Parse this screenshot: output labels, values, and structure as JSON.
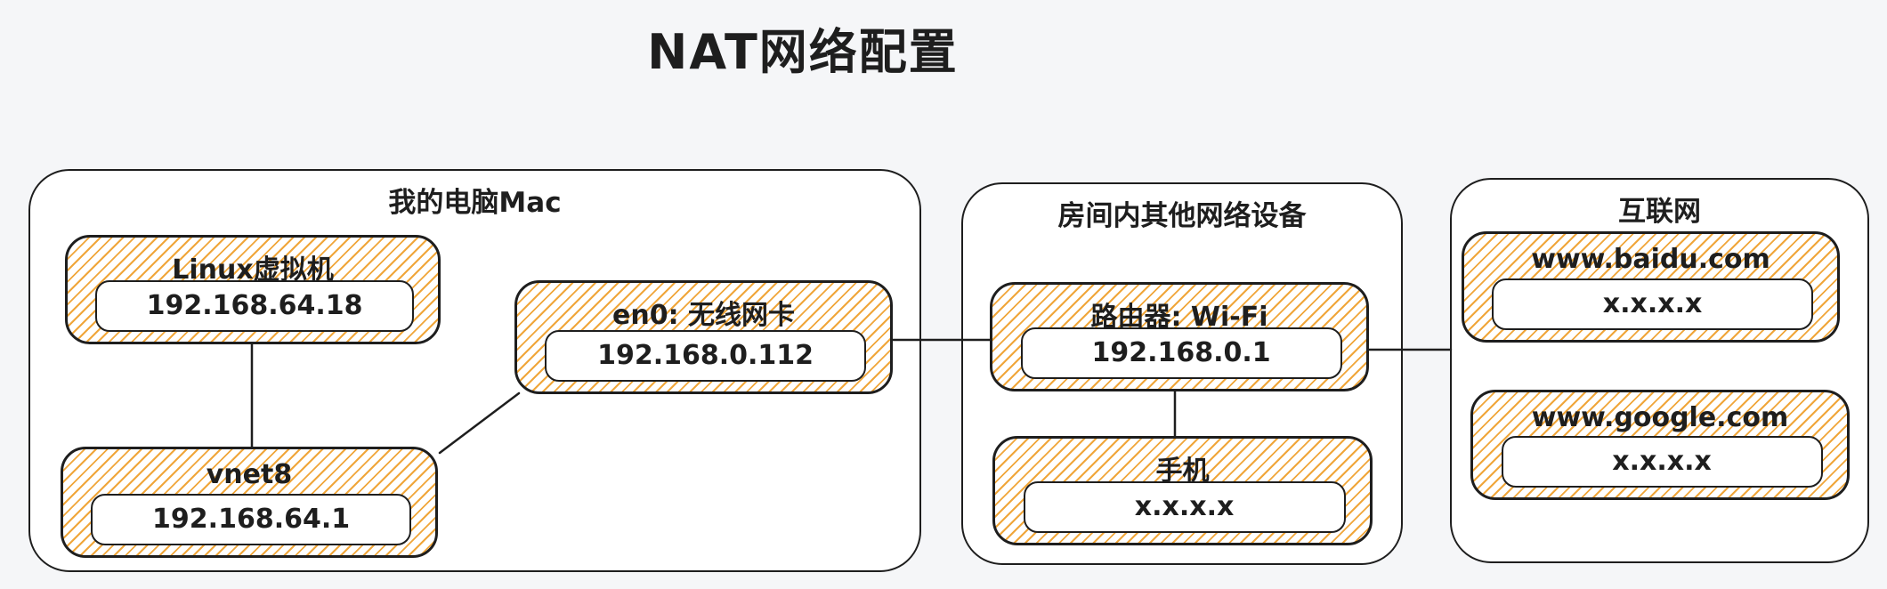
{
  "title": "NAT网络配置",
  "colors": {
    "bg": "#f5f6f8",
    "fill": "#ffffff",
    "stroke": "#1e1e1e",
    "hatch": "#f0a63a"
  },
  "containers": {
    "mac": {
      "label": "我的电脑Mac"
    },
    "room": {
      "label": "房间内其他网络设备"
    },
    "internet": {
      "label": "互联网"
    }
  },
  "nodes": {
    "linux_vm": {
      "label": "Linux虚拟机",
      "address": "192.168.64.18"
    },
    "en0": {
      "label": "en0: 无线网卡",
      "address": "192.168.0.112"
    },
    "vnet8": {
      "label": "vnet8",
      "address": "192.168.64.1"
    },
    "router": {
      "label": "路由器: Wi-Fi",
      "address": "192.168.0.1"
    },
    "phone": {
      "label": "手机",
      "address": "x.x.x.x"
    },
    "baidu": {
      "label": "www.baidu.com",
      "address": "x.x.x.x"
    },
    "google": {
      "label": "www.google.com",
      "address": "x.x.x.x"
    }
  },
  "connections": [
    {
      "from": "Linux虚拟机",
      "to": "vnet8"
    },
    {
      "from": "vnet8",
      "to": "en0: 无线网卡"
    },
    {
      "from": "en0: 无线网卡",
      "to": "路由器: Wi-Fi"
    },
    {
      "from": "路由器: Wi-Fi",
      "to": "手机"
    },
    {
      "from": "路由器: Wi-Fi",
      "to": "互联网"
    }
  ]
}
